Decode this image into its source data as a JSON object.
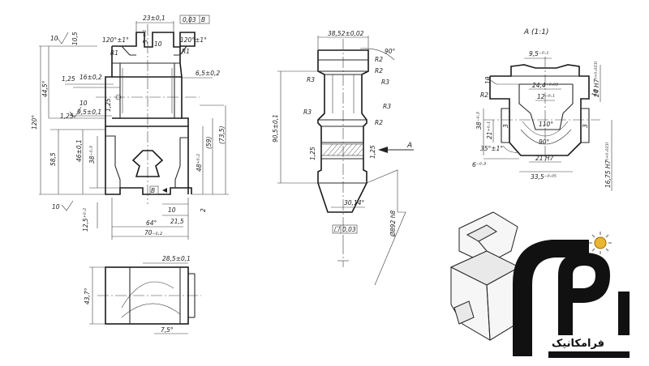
{
  "view_a_title": "A (1:1)",
  "section_arrow_label": "A",
  "datum_label": "B",
  "logo": {
    "text": "فرامکانیک"
  },
  "front_view": {
    "dim_top_width": "23±0,1",
    "dim_slot_depth": "5⁻⁰·²",
    "parallelism_tol": "0,03",
    "parallelism_datum": "B",
    "angle_left": "120°±1°",
    "angle_right": "120°±1°",
    "radius_left": "R1",
    "radius_right": "R1",
    "roughness_top": "10",
    "roughness_slot": "10",
    "dim_10_5": "10,5",
    "dim_16": "16±0,2",
    "dim_6_5": "6,5±0,2",
    "chamfer_1": "1,25",
    "dim_44_5": "44,5°",
    "dim_120": "120°",
    "dim_9_5": "9,5±0,1",
    "dim_1_25b": "1,25",
    "dim_1_25c": "1,25",
    "roughness_left": "10",
    "dim_58_5": "58,5",
    "dim_46": "46±0,1",
    "dim_38": "38⁻⁰·³",
    "dim_48": "48⁺⁰·²",
    "dim_59": "(59)",
    "dim_73_5": "(73,5)",
    "roughness_bottom": "10",
    "dim_10": "10",
    "dim_21_5": "21,5",
    "dim_2": "2",
    "dim_12_5": "12,5⁺⁰·²",
    "dim_64": "64°",
    "dim_70": "70₋₀.₂"
  },
  "side_view": {
    "dim_38_52": "38,52±0,02",
    "angle_90": "90°",
    "r2_a": "R2",
    "r3_a": "R3",
    "r3_b": "R3",
    "r2_b": "R2",
    "r3_c": "R3",
    "r3_d": "R3",
    "r2_c": "R2",
    "dim_90_5": "90,5±0,1",
    "chamfer_l": "1,25",
    "chamfer_r": "1,25",
    "dim_30_14": "30,14°",
    "dim_892": "Ø892 h8",
    "flatness": "0,03"
  },
  "detail_view": {
    "dim_9_5": "9,5⁻⁰·¹",
    "dim_24_4": "24,4⁺⁰·⁰²",
    "dim_24_h7": "24 H7⁽⁺⁰·⁰²¹⁾",
    "dim_10a": "10",
    "dim_10b": "10",
    "r2": "R2",
    "dim_12": "12⁻⁰·¹",
    "dim_38": "38⁻⁰·³",
    "dim_21": "21⁺⁰·¹",
    "dim_3a": "3",
    "dim_3b": "3",
    "angle_110": "110°",
    "angle_90": "90°",
    "angle_35": "35°±1°",
    "dim_6": "6⁻⁰·³",
    "dim_21_h7": "21 H7",
    "dim_33_5": "33,5⁻⁰·⁰⁵",
    "dim_16_75": "16,75 H7⁽⁺⁰·⁰²¹⁾"
  },
  "bottom_view": {
    "dim_28_5": "28,5±0,1",
    "dim_43_7": "43,7°",
    "dim_7_5": "7,5°"
  }
}
